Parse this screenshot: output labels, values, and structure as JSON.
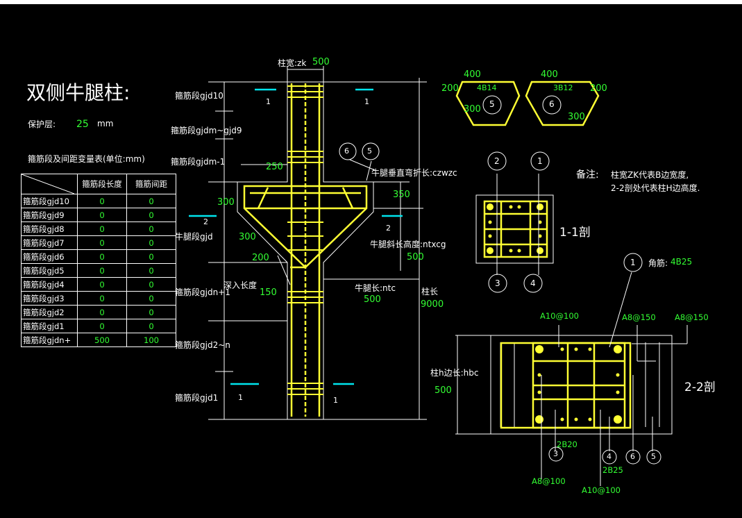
{
  "title": "双侧牛腿柱:",
  "cover": {
    "label": "保护层:",
    "value": "25",
    "unit": "mm"
  },
  "table": {
    "caption": "箍筋段及间距变量表(单位:mm)",
    "headers": [
      "箍筋段长度",
      "箍筋间距"
    ],
    "rows": [
      {
        "name": "箍筋段gjd10",
        "length": "0",
        "spacing": "0"
      },
      {
        "name": "箍筋段gjd9",
        "length": "0",
        "spacing": "0"
      },
      {
        "name": "箍筋段gjd8",
        "length": "0",
        "spacing": "0"
      },
      {
        "name": "箍筋段gjd7",
        "length": "0",
        "spacing": "0"
      },
      {
        "name": "箍筋段gjd6",
        "length": "0",
        "spacing": "0"
      },
      {
        "name": "箍筋段gjd5",
        "length": "0",
        "spacing": "0"
      },
      {
        "name": "箍筋段gjd4",
        "length": "0",
        "spacing": "0"
      },
      {
        "name": "箍筋段gjd3",
        "length": "0",
        "spacing": "0"
      },
      {
        "name": "箍筋段gjd2",
        "length": "0",
        "spacing": "0"
      },
      {
        "name": "箍筋段gjd1",
        "length": "0",
        "spacing": "0"
      },
      {
        "name": "箍筋段gjdn+",
        "length": "500",
        "spacing": "100"
      }
    ]
  },
  "elevation": {
    "col_width_label": "柱宽:zk",
    "col_width_value": "500",
    "seg_gjd10": "箍筋段gjd10",
    "seg_gjdm9": "箍筋段gjdm~gjd9",
    "seg_gjdm1": "箍筋段gjdm-1",
    "seg_gjd": "牛腿段gjd",
    "seg_gjdn1": "箍筋段gjdn+1",
    "seg_gjd2n": "箍筋段gjd2~n",
    "seg_gjd1": "箍筋段gjd1",
    "dim_250": "250",
    "dim_300a": "300",
    "dim_300b": "300",
    "dim_200": "200",
    "dim_350": "350",
    "bend_label": "牛腿垂直弯折长:czwzc",
    "slope_label": "牛腿斜长高度:ntxcg",
    "slope_value": "500",
    "depth_label": "深入长度",
    "depth_value": "150",
    "ntc_label": "牛腿长:ntc",
    "ntc_value": "500",
    "len_label": "柱长",
    "len_value": "9000",
    "mark_1": "1",
    "mark_2": "2",
    "bubble_5": "5",
    "bubble_6": "6"
  },
  "bars": {
    "b5_top": "400",
    "b5_left": "200",
    "b5_bottom": "300",
    "b5_code": "4B14",
    "b5_num": "5",
    "b6_top": "400",
    "b6_right": "200",
    "b6_bottom": "300",
    "b6_code": "3B12",
    "b6_num": "6"
  },
  "section11": {
    "title": "1-1剖",
    "n1": "1",
    "n2": "2",
    "n3": "3",
    "n4": "4"
  },
  "note": {
    "label": "备注:",
    "line1": "柱宽ZK代表B边宽度,",
    "line2": "2-2剖处代表柱H边高度."
  },
  "section22": {
    "title": "2-2剖",
    "corner_label": "角筋:",
    "corner_value": "4B25",
    "a10_100_top": "A10@100",
    "a8_150a": "A8@150",
    "a8_150b": "A8@150",
    "hbc_label": "柱h边长:hbc",
    "hbc_value": "500",
    "b2b20": "2B20",
    "b2b25": "2B25",
    "a8_100": "A8@100",
    "a10_100_bottom": "A10@100",
    "n1": "1",
    "n3": "3",
    "n4": "4",
    "n5": "5",
    "n6": "6"
  },
  "colors": {
    "yellow": "#ffff33",
    "green": "#33ff33",
    "cyan": "#00e5ee",
    "white": "#ffffff",
    "background": "#000000"
  }
}
